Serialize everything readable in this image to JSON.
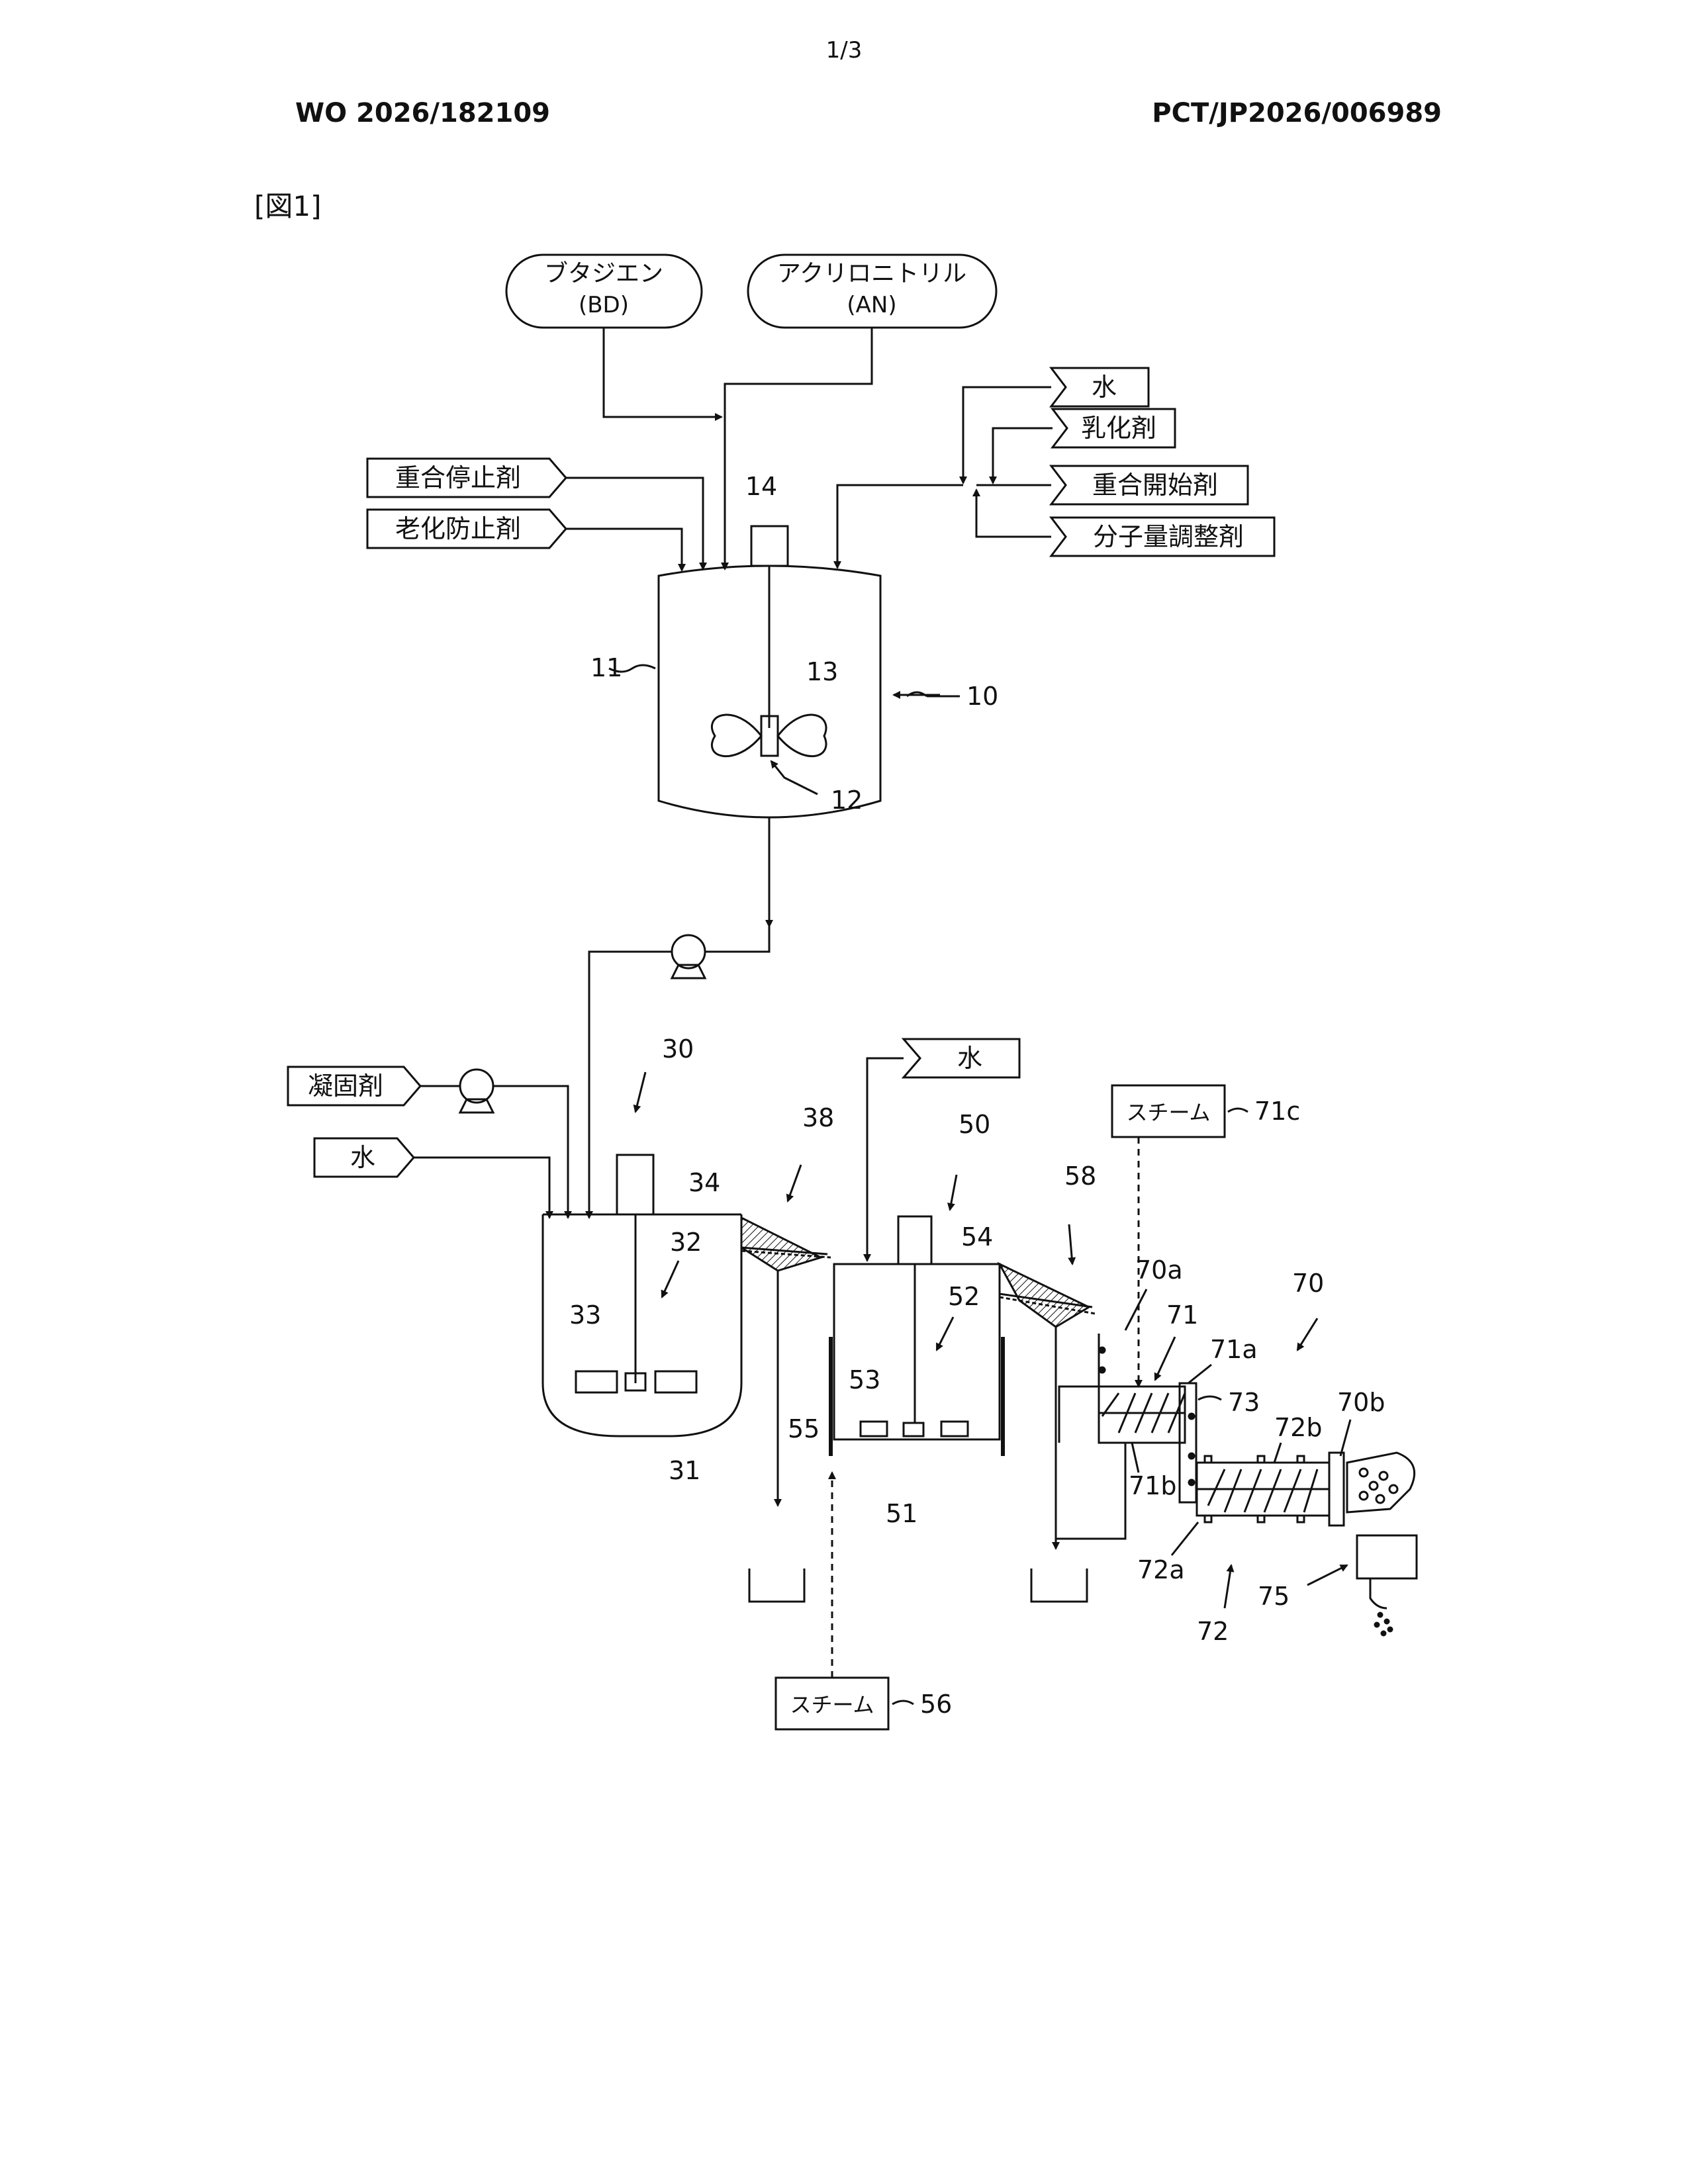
{
  "header": {
    "page_number": "1/3",
    "publication_number": "WO 2026/182109",
    "application_number": "PCT/JP2026/006989",
    "figure_label": "[図1]"
  },
  "inputs": {
    "butadiene": {
      "line1": "ブタジエン",
      "line2": "(BD)"
    },
    "acrylonitrile": {
      "line1": "アクリロニトリル",
      "line2": "(AN)"
    },
    "water_1": "水",
    "emulsifier": "乳化剤",
    "initiator": "重合開始剤",
    "mw_modifier": "分子量調整剤",
    "stopper": "重合停止剤",
    "antioxidant": "老化防止剤",
    "coagulant": "凝固剤",
    "water_2": "水",
    "water_3": "水",
    "steam_1": "スチーム",
    "steam_2": "スチーム"
  },
  "refs": {
    "r10": "10",
    "r11": "11",
    "r12": "12",
    "r13": "13",
    "r14": "14",
    "r30": "30",
    "r31": "31",
    "r32": "32",
    "r33": "33",
    "r34": "34",
    "r38": "38",
    "r50": "50",
    "r51": "51",
    "r52": "52",
    "r53": "53",
    "r54": "54",
    "r55": "55",
    "r56": "56",
    "r58": "58",
    "r70": "70",
    "r70a": "70a",
    "r70b": "70b",
    "r71": "71",
    "r71a": "71a",
    "r71b": "71b",
    "r71c": "71c",
    "r72": "72",
    "r72a": "72a",
    "r72b": "72b",
    "r73": "73",
    "r75": "75"
  }
}
